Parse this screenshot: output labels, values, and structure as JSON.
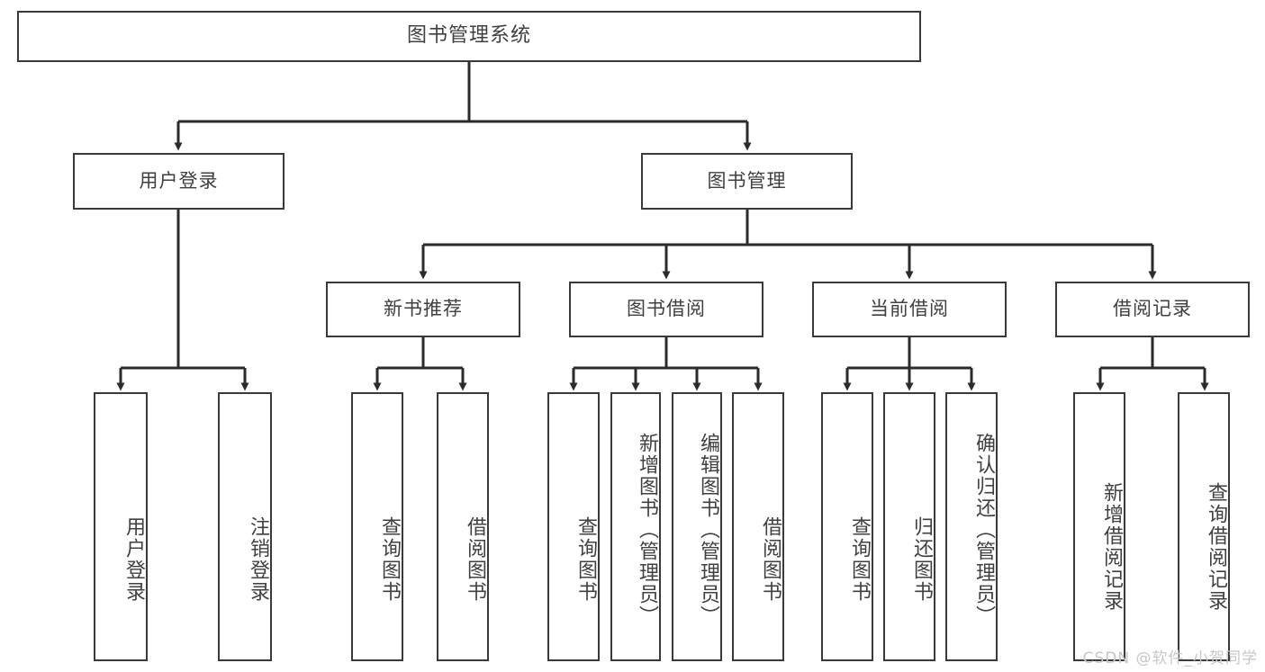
{
  "diagram": {
    "type": "tree",
    "title": "图书管理系统",
    "orientation": "top-down",
    "colors": {
      "box_border": "#3a3a3a",
      "box_fill": "#ffffff",
      "edge": "#2b2b2b",
      "text": "#404040",
      "background": "#ffffff",
      "watermark": "#c7c7c7"
    },
    "watermark": "CSDN @软件_小贺同学"
  },
  "nodes": {
    "root": {
      "label": "图书管理系统",
      "level": 1
    },
    "level2": [
      {
        "id": "user-login",
        "label": "用户登录"
      },
      {
        "id": "book-manage",
        "label": "图书管理"
      }
    ],
    "level3": [
      {
        "id": "new-book-recommend",
        "label": "新书推荐",
        "parent": "book-manage"
      },
      {
        "id": "book-borrow",
        "label": "图书借阅",
        "parent": "book-manage"
      },
      {
        "id": "current-borrow",
        "label": "当前借阅",
        "parent": "book-manage"
      },
      {
        "id": "borrow-record",
        "label": "借阅记录",
        "parent": "book-manage"
      }
    ],
    "leaves": {
      "user-login": [
        {
          "id": "leaf-user-login",
          "label": "用户登录"
        },
        {
          "id": "leaf-user-logout",
          "label": "注销登录"
        }
      ],
      "new-book-recommend": [
        {
          "id": "leaf-query-book-1",
          "label": "查询图书"
        },
        {
          "id": "leaf-borrow-book-1",
          "label": "借阅图书"
        }
      ],
      "book-borrow": [
        {
          "id": "leaf-query-book-2",
          "label": "查询图书"
        },
        {
          "id": "leaf-add-book",
          "label": "新增图书（管理员）"
        },
        {
          "id": "leaf-edit-book",
          "label": "编辑图书（管理员）"
        },
        {
          "id": "leaf-borrow-book-2",
          "label": "借阅图书"
        }
      ],
      "current-borrow": [
        {
          "id": "leaf-query-book-3",
          "label": "查询图书"
        },
        {
          "id": "leaf-return-book",
          "label": "归还图书"
        },
        {
          "id": "leaf-confirm-return",
          "label": "确认归还（管理员）"
        }
      ],
      "borrow-record": [
        {
          "id": "leaf-add-record",
          "label": "新增借阅记录"
        },
        {
          "id": "leaf-query-record",
          "label": "查询借阅记录"
        }
      ]
    }
  }
}
